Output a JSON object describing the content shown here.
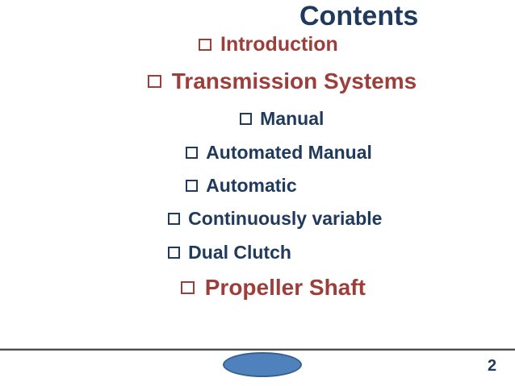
{
  "slide": {
    "title": "Contents",
    "page_number": "2",
    "items": [
      {
        "label": "Introduction",
        "color_role": "accent-red"
      },
      {
        "label": "Transmission Systems",
        "color_role": "accent-red"
      },
      {
        "label": "Manual",
        "color_role": "body-blue"
      },
      {
        "label": "Automated Manual",
        "color_role": "body-blue"
      },
      {
        "label": "Automatic",
        "color_role": "body-blue"
      },
      {
        "label": "Continuously variable",
        "color_role": "body-blue"
      },
      {
        "label": "Dual Clutch",
        "color_role": "body-blue"
      },
      {
        "label": "Propeller Shaft",
        "color_role": "accent-red"
      }
    ],
    "colors": {
      "title_blue": "#1f3a5c",
      "accent_red": "#9c3e3a",
      "ellipse_fill": "#4f81bd",
      "ellipse_border": "#38618f",
      "divider_gray": "#4c4c4c"
    }
  }
}
